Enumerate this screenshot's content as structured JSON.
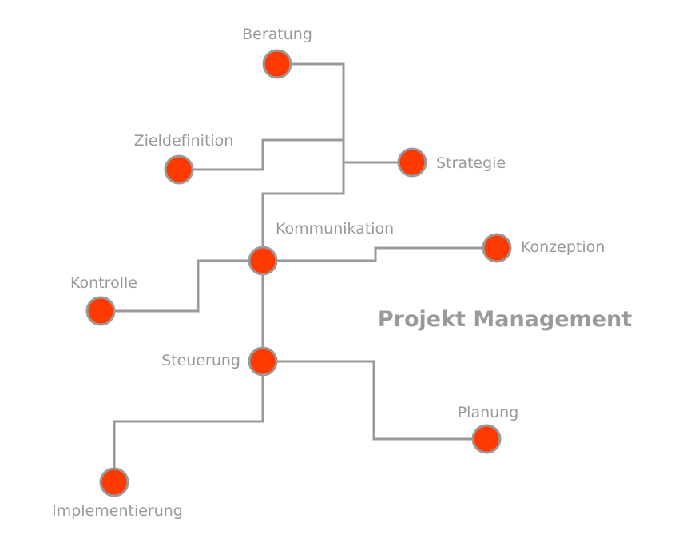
{
  "title": "Projekt Management",
  "nodes": {
    "beratung": "Beratung",
    "zieldefinition": "Zieldefinition",
    "strategie": "Strategie",
    "kommunikation": "Kommunikation",
    "konzeption": "Konzeption",
    "kontrolle": "Kontrolle",
    "steuerung": "Steuerung",
    "planung": "Planung",
    "implementierung": "Implementierung"
  },
  "colors": {
    "node": "#ff3a00",
    "line": "#9a9a9a",
    "text": "#999999"
  }
}
